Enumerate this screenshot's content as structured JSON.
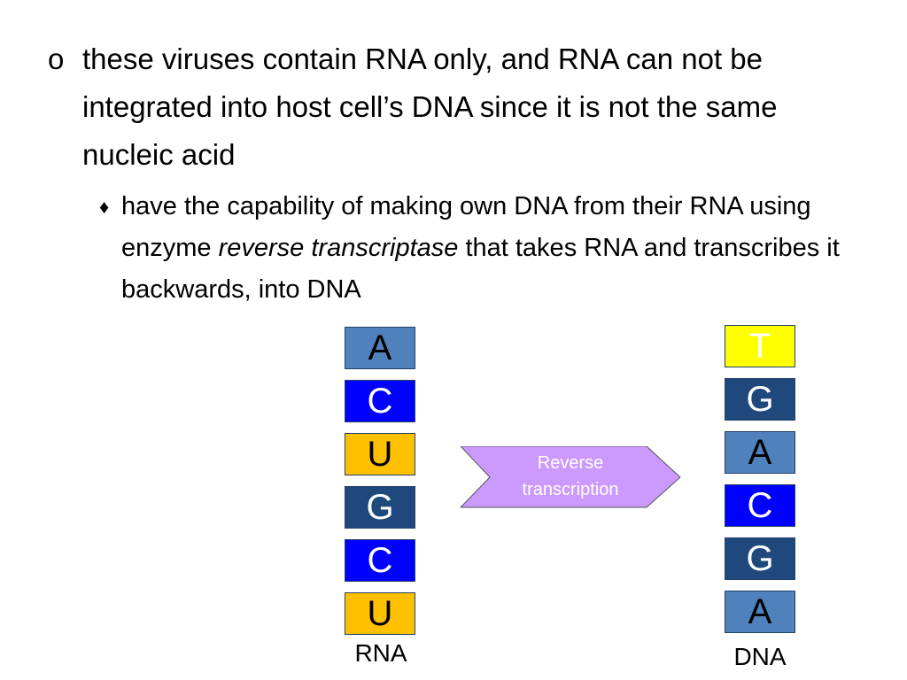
{
  "bullets": {
    "level1": {
      "marker": "o",
      "text": "these viruses contain RNA only, and RNA can not be integrated into host cell’s DNA since it is not the same nucleic acid"
    },
    "level2": {
      "marker": "♦",
      "text_before": "have the capability of making own DNA from their RNA using enzyme ",
      "text_italic": "reverse transcriptase",
      "text_after": " that takes RNA and transcribes it backwards, into DNA"
    }
  },
  "diagram": {
    "rna": {
      "label": "RNA",
      "bases": [
        {
          "letter": "A",
          "fill": "#4f81bd",
          "text_color": "#000000"
        },
        {
          "letter": "C",
          "fill": "#0000ff",
          "text_color": "#ffffff"
        },
        {
          "letter": "U",
          "fill": "#ffc000",
          "text_color": "#000000"
        },
        {
          "letter": "G",
          "fill": "#1f497d",
          "text_color": "#ffffff"
        },
        {
          "letter": "C",
          "fill": "#0000ff",
          "text_color": "#ffffff"
        },
        {
          "letter": "U",
          "fill": "#ffc000",
          "text_color": "#000000"
        }
      ]
    },
    "dna": {
      "label": "DNA",
      "bases": [
        {
          "letter": "T",
          "fill": "#ffff00",
          "text_color": "#ffffff"
        },
        {
          "letter": "G",
          "fill": "#1f497d",
          "text_color": "#ffffff"
        },
        {
          "letter": "A",
          "fill": "#4f81bd",
          "text_color": "#000000"
        },
        {
          "letter": "C",
          "fill": "#0000ff",
          "text_color": "#ffffff"
        },
        {
          "letter": "G",
          "fill": "#1f497d",
          "text_color": "#ffffff"
        },
        {
          "letter": "A",
          "fill": "#4f81bd",
          "text_color": "#000000"
        }
      ]
    },
    "arrow": {
      "label_line1": "Reverse",
      "label_line2": "transcription",
      "fill": "#cc99ff"
    }
  }
}
